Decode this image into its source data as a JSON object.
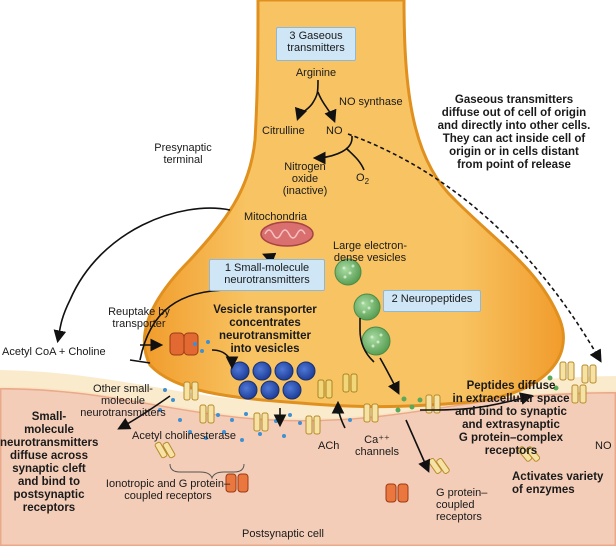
{
  "labels": {
    "gaseous_transmitters_box": "3 Gaseous\ntransmitters",
    "arginine": "Arginine",
    "no_synthase": "NO synthase",
    "citrulline": "Citrulline",
    "no": "NO",
    "no_right_edge": "NO",
    "nitrogen_oxide": "Nitrogen\noxide\n(inactive)",
    "o2": "O",
    "o2_subscript": "2",
    "presynaptic_terminal": "Presynaptic\nterminal",
    "gaseous_note": "Gaseous transmitters\ndiffuse out of cell of origin\nand directly into other cells.\nThey can act inside cell of\norigin or in cells distant\nfrom point of release",
    "mitochondria": "Mitochondria",
    "large_vesicles": "Large electron-\ndense vesicles",
    "small_molecule_box": "1 Small-molecule\nneurotransmitters",
    "neuropeptides_box": "2 Neuropeptides",
    "reuptake": "Reuptake by\ntransporter",
    "vesicle_transporter": "Vesicle transporter\nconcentrates\nneurotransmitter\ninto vesicles",
    "acetyl_coa": "Acetyl CoA + Choline",
    "other_small_molecule": "Other small-\nmolecule\nneurotransmitters",
    "small_molecule_diffuse": "Small-\nmolecule\nneurotransmitters\ndiffuse across\nsynaptic cleft\nand bind to\npostsynaptic\nreceptors",
    "acetyl_cholinesterase": "Acetyl cholinesterase",
    "ach": "ACh",
    "ca_channels": "Ca⁺⁺\nchannels",
    "peptides_diffuse": "Peptides diffuse\nin extracellular space\nand bind to synaptic\nand extrasynaptic\nG protein–complex\nreceptors",
    "activates_enzymes": "Activates variety\nof enzymes",
    "g_protein_coupled": "G protein–\ncoupled\nreceptors",
    "ionotropic": "Ionotropic and G protein–\ncoupled receptors",
    "postsynaptic_cell": "Postsynaptic cell"
  },
  "colors": {
    "terminal_fill": "#f6b74a",
    "terminal_edge": "#e0901e",
    "postsynaptic_fill": "#f4cdb8",
    "membrane": "#f2b58e",
    "label_box": "#cfe6f6",
    "vesicle_green": "#7fbf7a",
    "vesicle_blue": "#2f56b8",
    "mitochondria": "#d96f6f"
  }
}
